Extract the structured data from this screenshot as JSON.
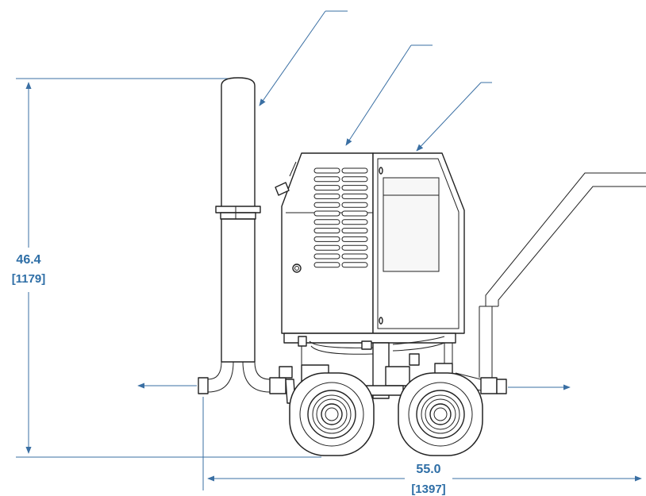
{
  "dimensions": {
    "height": {
      "inches": "46.4",
      "mm": "[1179]"
    },
    "width": {
      "inches": "55.0",
      "mm": "[1397]"
    }
  },
  "colors": {
    "dimension": "#2e6ea6",
    "linework": "#222222",
    "background": "#ffffff"
  }
}
